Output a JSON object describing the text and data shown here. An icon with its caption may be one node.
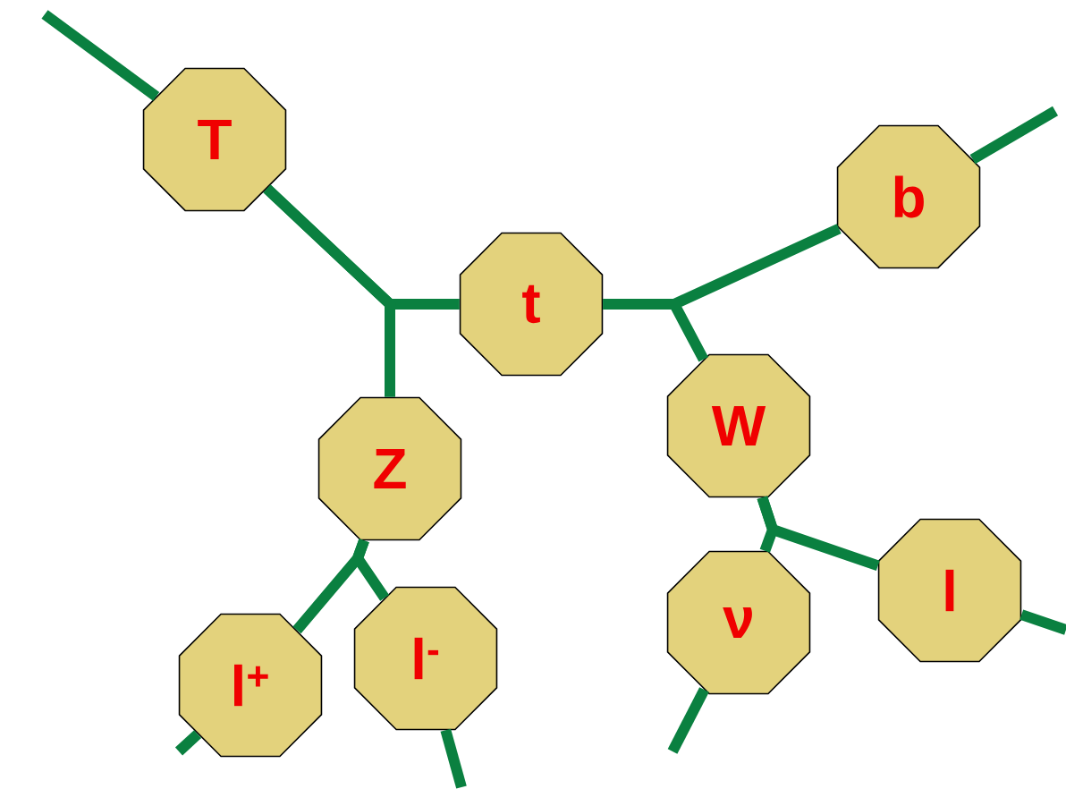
{
  "diagram": {
    "nodes": [
      {
        "text": [
          "T"
        ]
      },
      {
        "text": [
          "t"
        ]
      },
      {
        "text": [
          "b"
        ]
      },
      {
        "text": [
          "Z"
        ]
      },
      {
        "text": [
          "W"
        ]
      },
      {
        "text": [
          "l$^{+}$"
        ]
      },
      {
        "text": [
          "l$^{-}$"
        ]
      },
      {
        "text": [
          "ν"
        ]
      },
      {
        "text": [
          "l"
        ]
      }
    ],
    "edges": [
      {
        "from": null,
        "to": 0,
        "arrow": "none"
      },
      {
        "from": 0,
        "to": 1,
        "arrow": "none"
      },
      {
        "from": 0,
        "to": 3,
        "arrow": "none"
      },
      {
        "from": 1,
        "to": 2,
        "arrow": "none"
      },
      {
        "from": 1,
        "to": 4,
        "arrow": "none"
      },
      {
        "from": 2,
        "to": null,
        "arrow": "none"
      },
      {
        "from": 3,
        "to": 5,
        "arrow": "none"
      },
      {
        "from": 3,
        "to": 6,
        "arrow": "none"
      },
      {
        "from": 5,
        "to": null,
        "arrow": "none"
      },
      {
        "from": 6,
        "to": null,
        "arrow": "none"
      },
      {
        "from": 4,
        "to": 7,
        "arrow": "none"
      },
      {
        "from": 4,
        "to": 8,
        "arrow": "none"
      },
      {
        "from": 7,
        "to": null,
        "arrow": "none"
      },
      {
        "from": 8,
        "to": null,
        "arrow": "none"
      }
    ]
  }
}
